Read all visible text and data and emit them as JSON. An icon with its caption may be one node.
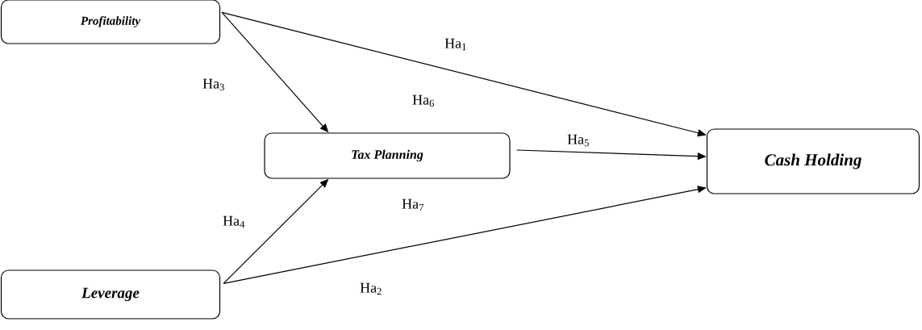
{
  "diagram": {
    "nodes": [
      {
        "text": [
          "Profitability"
        ]
      },
      {
        "text": [
          "Tax Planning"
        ]
      },
      {
        "text": [
          "Cash Holding"
        ]
      },
      {
        "text": [
          "Leverage"
        ]
      }
    ],
    "edges": [
      {
        "from": 0,
        "to": 2,
        "arrow": "to",
        "label": "Ha$_{1}$"
      },
      {
        "from": 0,
        "to": 1,
        "arrow": "to",
        "label": "Ha$_{3}$"
      },
      {
        "from": 1,
        "to": 2,
        "arrow": "to",
        "label": "Ha$_{5}$"
      },
      {
        "from": 3,
        "to": 1,
        "arrow": "to",
        "label": "Ha$_{4}$"
      },
      {
        "from": 3,
        "to": 2,
        "arrow": "to",
        "label": "Ha$_{2}$"
      }
    ],
    "labels": [
      "Ha$_{6}$",
      "Ha$_{7}$"
    ]
  }
}
